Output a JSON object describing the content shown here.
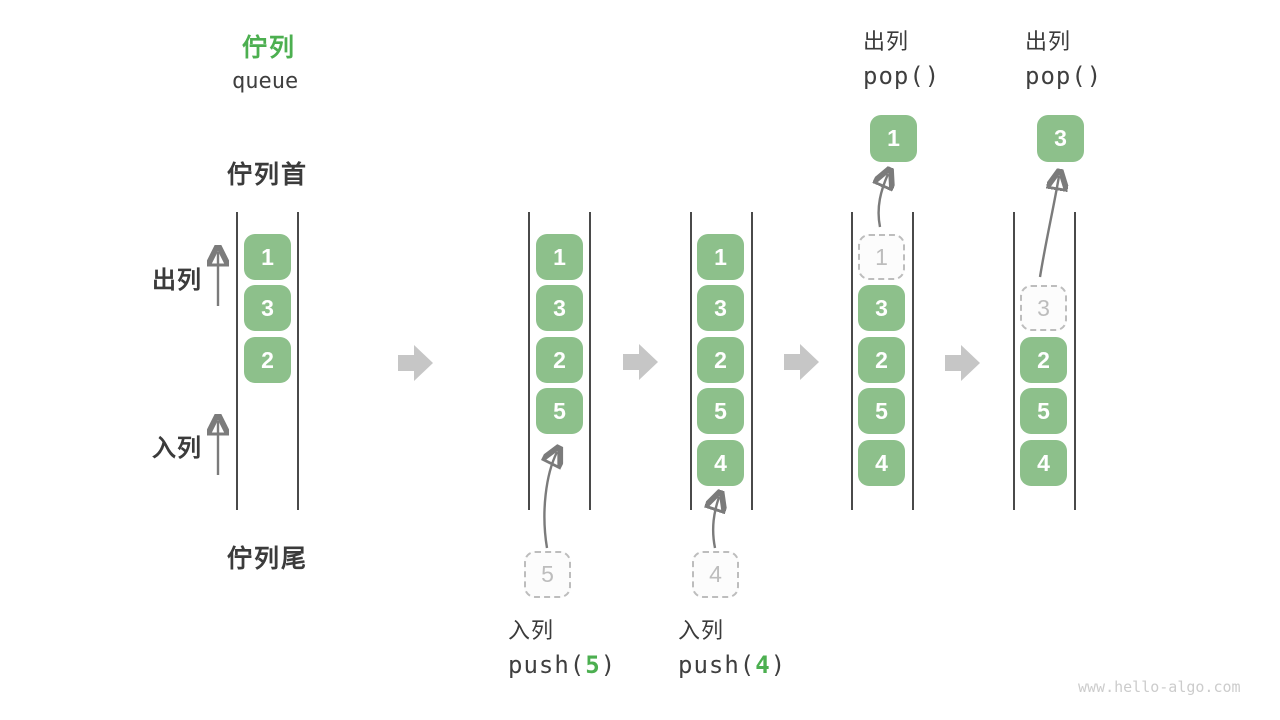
{
  "colors": {
    "accent_green": "#4caf50",
    "box_green": "#8dc08b",
    "dashed_gray": "#bdbdbd",
    "line_dark": "#4a4a4a",
    "text_dark": "#3b3b3b",
    "arrow_gray": "#7b7b7b",
    "block_arrow_gray": "#c6c6c6",
    "watermark_gray": "#cccccc"
  },
  "title": {
    "zh": "佇列",
    "en": "queue"
  },
  "side_labels": {
    "front": "佇列首",
    "rear": "佇列尾",
    "dequeue": "出列",
    "enqueue": "入列"
  },
  "watermark": "www.hello-algo.com",
  "stages": [
    {
      "cells": [
        {
          "v": "1"
        },
        {
          "v": "3"
        },
        {
          "v": "2"
        }
      ]
    },
    {
      "cells": [
        {
          "v": "1"
        },
        {
          "v": "3"
        },
        {
          "v": "2"
        },
        {
          "v": "5"
        }
      ],
      "pending": "5",
      "action_label": "入列",
      "action_fn_pre": "push(",
      "action_fn_arg": "5",
      "action_fn_post": ")"
    },
    {
      "cells": [
        {
          "v": "1"
        },
        {
          "v": "3"
        },
        {
          "v": "2"
        },
        {
          "v": "5"
        },
        {
          "v": "4"
        }
      ],
      "pending": "4",
      "action_label": "入列",
      "action_fn_pre": "push(",
      "action_fn_arg": "4",
      "action_fn_post": ")"
    },
    {
      "removed": "1",
      "cells": [
        {
          "v": "3"
        },
        {
          "v": "2"
        },
        {
          "v": "5"
        },
        {
          "v": "4"
        }
      ],
      "popped": "1",
      "action_label": "出列",
      "action_fn": "pop()"
    },
    {
      "removed": "3",
      "cells": [
        {
          "v": "2"
        },
        {
          "v": "5"
        },
        {
          "v": "4"
        }
      ],
      "popped": "3",
      "action_label": "出列",
      "action_fn": "pop()"
    }
  ]
}
